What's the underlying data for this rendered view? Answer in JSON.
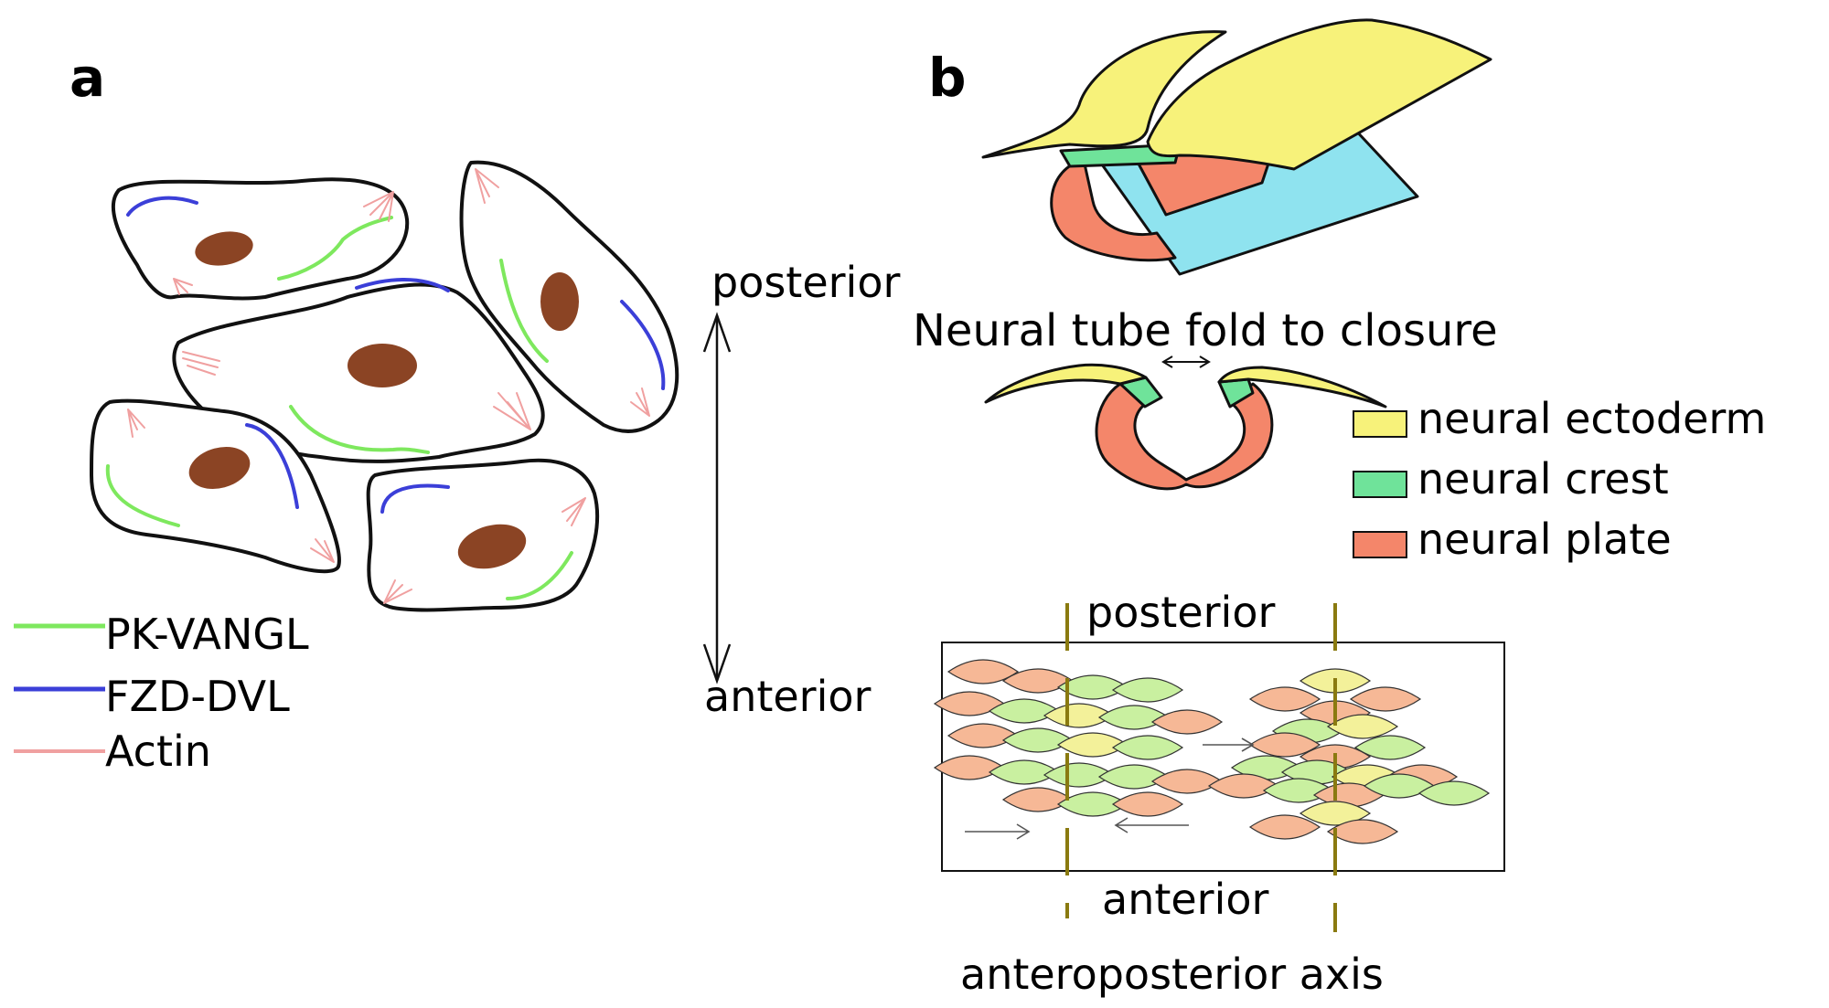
{
  "panel_a": {
    "letter": "a",
    "axis": {
      "top_label": "posterior",
      "bottom_label": "anterior"
    },
    "legend": [
      {
        "label": "PK-VANGL",
        "color": "#7ee85e",
        "icon": "green-line"
      },
      {
        "label": "FZD-DVL",
        "color": "#3b3fd8",
        "icon": "blue-line"
      },
      {
        "label": "Actin",
        "color": "#f0a0a0",
        "icon": "pink-line"
      }
    ]
  },
  "panel_b": {
    "letter": "b",
    "fold_caption": "Neural tube fold to closure",
    "legend": [
      {
        "label": "neural ectoderm",
        "color": "#f7f27a"
      },
      {
        "label": "neural crest",
        "color": "#6fe39a"
      },
      {
        "label": "neural plate",
        "color": "#f4866a"
      }
    ],
    "extension": {
      "top_label": "posterior",
      "bottom_label": "anterior",
      "axis_caption": "anteroposterior axis"
    }
  },
  "colors": {
    "nucleus": "#8b4424",
    "cell_outline": "#111111",
    "sheet_blue": "#8fe3ef",
    "midline": "#8a7a10",
    "cell_salmon": "#f6b896",
    "cell_green": "#c9f0a0",
    "cell_yellow": "#f3f19a"
  }
}
